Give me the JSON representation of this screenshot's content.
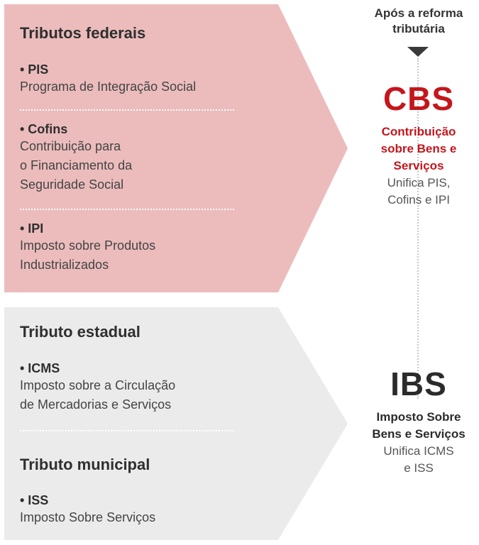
{
  "colors": {
    "federal_bg": "#ecbcbc",
    "state_bg": "#ebebeb",
    "cbs": "#c4161c",
    "ibs": "#2b2b2b"
  },
  "header": {
    "line1": "Após a reforma",
    "line2": "tributária"
  },
  "federal": {
    "title": "Tributos federais",
    "items": [
      {
        "name": "• PIS",
        "desc": [
          "Programa de Integração Social"
        ]
      },
      {
        "name": "• Cofins",
        "desc": [
          "Contribuição para",
          "o Financiamento da",
          "Seguridade Social"
        ]
      },
      {
        "name": "• IPI",
        "desc": [
          "Imposto sobre Produtos",
          "Industrializados"
        ]
      }
    ]
  },
  "state": {
    "title": "Tributo estadual",
    "items": [
      {
        "name": "• ICMS",
        "desc": [
          "Imposto sobre a Circulação",
          "de Mercadorias e Serviços"
        ]
      }
    ]
  },
  "municipal": {
    "title": "Tributo municipal",
    "items": [
      {
        "name": "• ISS",
        "desc": [
          "Imposto Sobre Serviços"
        ]
      }
    ]
  },
  "cbs": {
    "acronym": "CBS",
    "full": [
      "Contribuição",
      "sobre Bens e",
      "Serviços"
    ],
    "note": [
      "Unifica PIS,",
      "Cofins e IPI"
    ]
  },
  "ibs": {
    "acronym": "IBS",
    "full": [
      "Imposto Sobre",
      "Bens e Serviços"
    ],
    "note": [
      "Unifica ICMS",
      "e ISS"
    ]
  }
}
